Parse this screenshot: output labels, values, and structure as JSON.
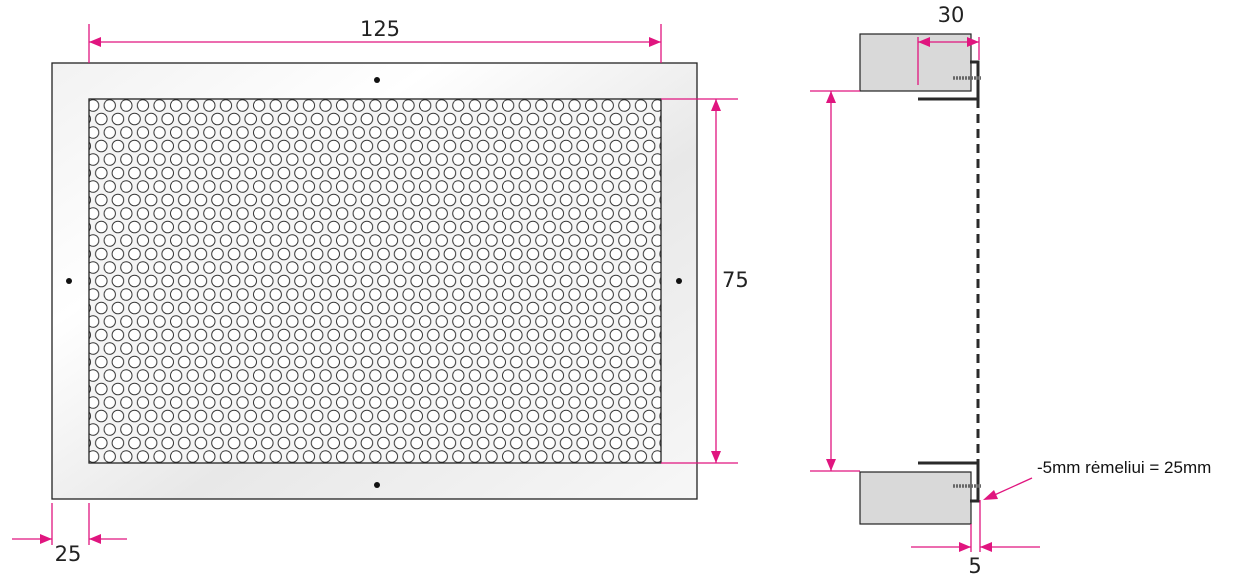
{
  "front_view": {
    "width_label": "125",
    "height_label": "75",
    "frame_label": "25"
  },
  "side_view": {
    "depth_label": "30",
    "gap_label": "5",
    "note": "-5mm rėmeliui = 25mm"
  },
  "colors": {
    "dimension": "#e0157f",
    "wall": "#d9d9d9",
    "outline": "#222222"
  }
}
